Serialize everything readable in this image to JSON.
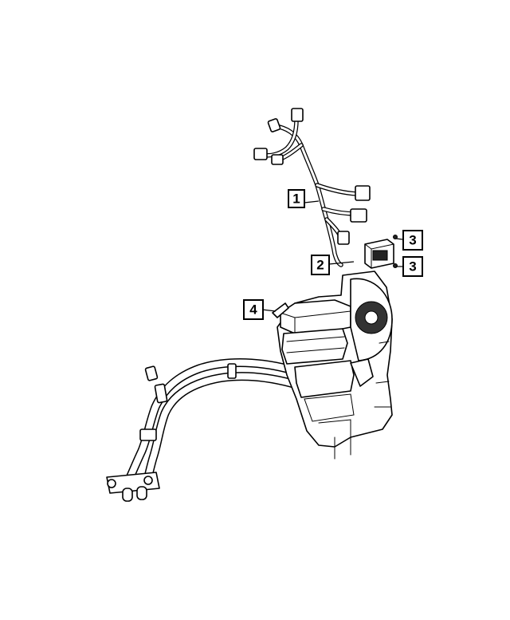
{
  "diagram": {
    "callouts": [
      {
        "id": "1",
        "label": "1"
      },
      {
        "id": "2",
        "label": "2"
      },
      {
        "id": "3a",
        "label": "3"
      },
      {
        "id": "3b",
        "label": "3"
      },
      {
        "id": "4",
        "label": "4"
      }
    ],
    "parts": [
      {
        "callout": "1",
        "icon": "wiring-harness-icon"
      },
      {
        "callout": "2",
        "icon": "blower-resistor-icon"
      },
      {
        "callout": "3",
        "icon": "screw-icon"
      },
      {
        "callout": "4",
        "icon": "hvac-housing-icon"
      }
    ]
  }
}
